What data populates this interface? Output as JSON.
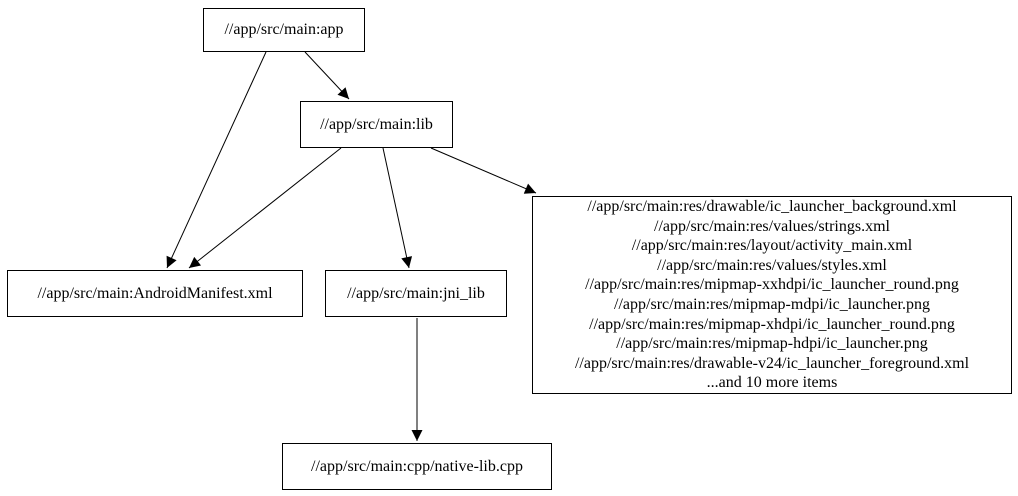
{
  "diagram": {
    "type": "dependency-graph",
    "colors": {
      "background": "#ffffff",
      "node_border": "#000000",
      "edge": "#000000",
      "text": "#000000"
    },
    "nodes": {
      "app": {
        "label": "//app/src/main:app"
      },
      "lib": {
        "label": "//app/src/main:lib"
      },
      "android_manifest": {
        "label": "//app/src/main:AndroidManifest.xml"
      },
      "jni_lib": {
        "label": "//app/src/main:jni_lib"
      },
      "resources": {
        "lines": [
          "//app/src/main:res/drawable/ic_launcher_background.xml",
          "//app/src/main:res/values/strings.xml",
          "//app/src/main:res/layout/activity_main.xml",
          "//app/src/main:res/values/styles.xml",
          "//app/src/main:res/mipmap-xxhdpi/ic_launcher_round.png",
          "//app/src/main:res/mipmap-mdpi/ic_launcher.png",
          "//app/src/main:res/mipmap-xhdpi/ic_launcher_round.png",
          "//app/src/main:res/mipmap-hdpi/ic_launcher.png",
          "//app/src/main:res/drawable-v24/ic_launcher_foreground.xml",
          "...and 10 more items"
        ]
      },
      "native_lib_cpp": {
        "label": "//app/src/main:cpp/native-lib.cpp"
      }
    },
    "edges": [
      {
        "from": "app",
        "to": "lib"
      },
      {
        "from": "app",
        "to": "android_manifest"
      },
      {
        "from": "lib",
        "to": "android_manifest"
      },
      {
        "from": "lib",
        "to": "jni_lib"
      },
      {
        "from": "lib",
        "to": "resources"
      },
      {
        "from": "jni_lib",
        "to": "native_lib_cpp"
      }
    ]
  }
}
